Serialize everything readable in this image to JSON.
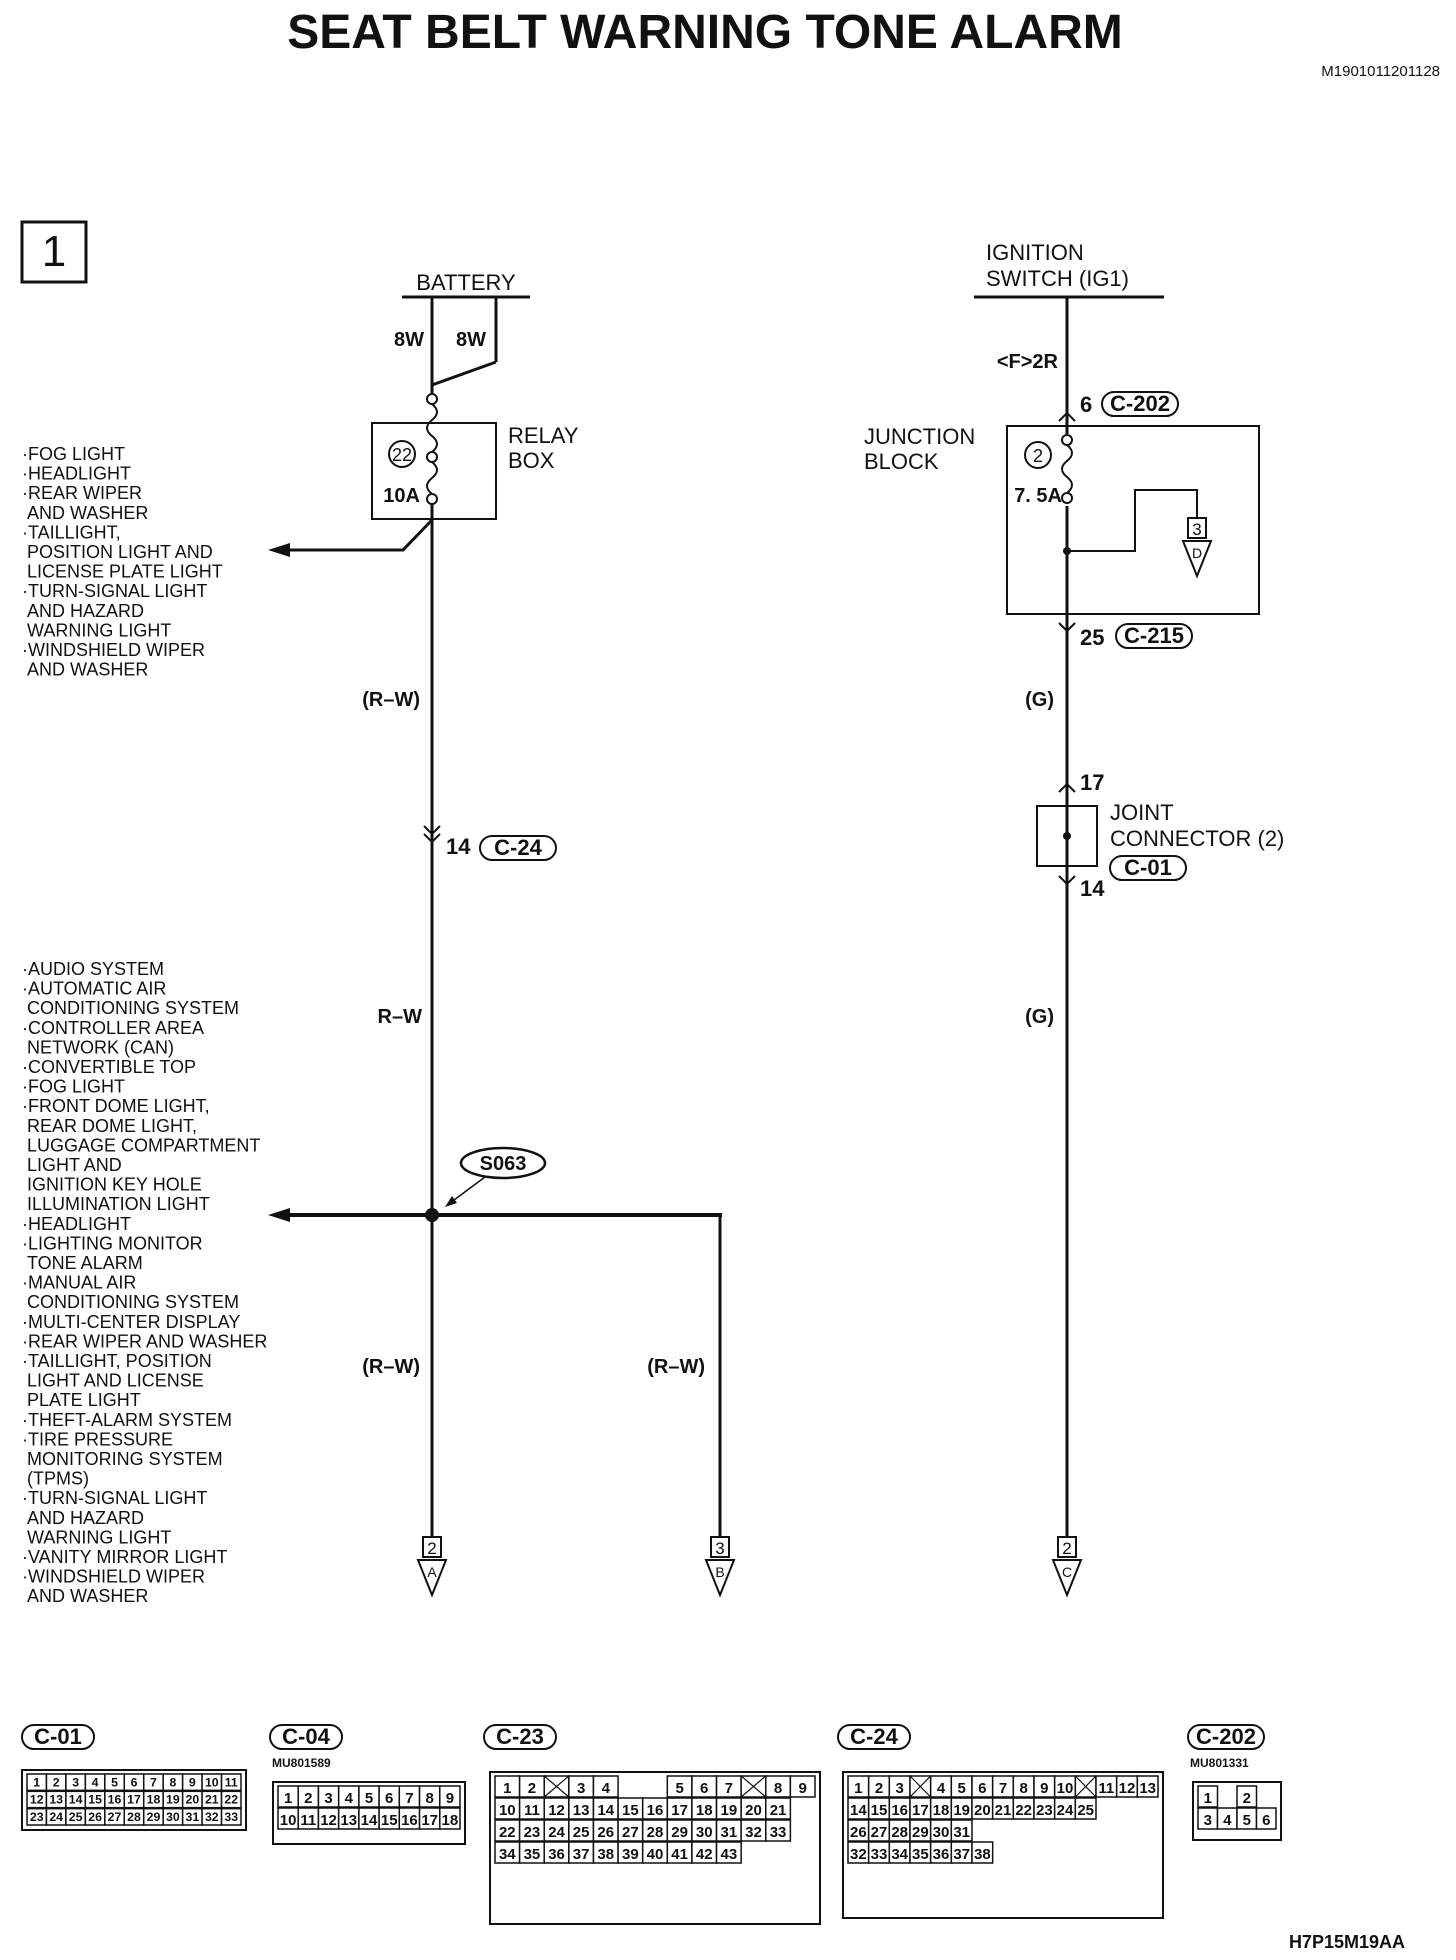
{
  "title": "SEAT BELT WARNING TONE ALARM",
  "doc_code": "M1901011201128",
  "figure_code": "H7P15M19AA",
  "page_marker": "1",
  "left_branch": {
    "source": "BATTERY",
    "wire_a": "8W",
    "wire_b": "8W",
    "relay_box": {
      "label_1": "RELAY",
      "label_2": "BOX",
      "fuse_no": "22",
      "fuse_rating": "10A"
    },
    "fed_systems_1": [
      "·FOG LIGHT",
      "·HEADLIGHT",
      "·REAR WIPER",
      " AND WASHER",
      "·TAILLIGHT,",
      " POSITION LIGHT AND",
      " LICENSE PLATE LIGHT",
      "·TURN-SIGNAL LIGHT",
      " AND HAZARD",
      " WARNING LIGHT",
      "·WINDSHIELD WIPER",
      " AND WASHER"
    ],
    "wire_color_1": "(R–W)",
    "conn_c24_pin": "14",
    "conn_c24": "C-24",
    "wire_color_2": "R–W",
    "splice": "S063",
    "fed_systems_2": [
      "·AUDIO SYSTEM",
      "·AUTOMATIC AIR",
      " CONDITIONING SYSTEM",
      "·CONTROLLER AREA",
      " NETWORK (CAN)",
      "·CONVERTIBLE TOP",
      "·FOG LIGHT",
      "·FRONT DOME LIGHT,",
      " REAR DOME LIGHT,",
      " LUGGAGE COMPARTMENT",
      " LIGHT AND",
      " IGNITION KEY HOLE",
      " ILLUMINATION LIGHT",
      "·HEADLIGHT",
      "·LIGHTING MONITOR",
      " TONE ALARM",
      "·MANUAL AIR",
      " CONDITIONING SYSTEM",
      "·MULTI-CENTER DISPLAY",
      "·REAR WIPER AND WASHER",
      "·TAILLIGHT, POSITION",
      " LIGHT AND LICENSE",
      " PLATE LIGHT",
      "·THEFT-ALARM SYSTEM",
      "·TIRE PRESSURE",
      " MONITORING SYSTEM",
      " (TPMS)",
      "·TURN-SIGNAL LIGHT",
      " AND HAZARD",
      " WARNING LIGHT",
      "·VANITY MIRROR LIGHT",
      "·WINDSHIELD WIPER",
      " AND WASHER"
    ],
    "wire_color_3": "(R–W)",
    "wire_color_4": "(R–W)",
    "term_a": {
      "page": "2",
      "letter": "A"
    },
    "term_b": {
      "page": "3",
      "letter": "B"
    }
  },
  "right_branch": {
    "source_1": "IGNITION",
    "source_2": "SWITCH (IG1)",
    "wire_spec": "<F>2R",
    "conn_c202_pin": "6",
    "conn_c202": "C-202",
    "junction_block": {
      "label_1": "JUNCTION",
      "label_2": "BLOCK",
      "fuse_no": "2",
      "fuse_rating": "7. 5A"
    },
    "term_d": {
      "page": "3",
      "letter": "D"
    },
    "conn_c215_pin": "25",
    "conn_c215": "C-215",
    "wire_color_1": "(G)",
    "joint_in_pin": "17",
    "joint_label_1": "JOINT",
    "joint_label_2": "CONNECTOR (2)",
    "joint_conn": "C-01",
    "joint_out_pin": "14",
    "wire_color_2": "(G)",
    "term_c": {
      "page": "2",
      "letter": "C"
    }
  },
  "connector_views": [
    {
      "name": "C-01",
      "part": "",
      "rows": [
        [
          "1",
          "2",
          "3",
          "4",
          "5",
          "6",
          "7",
          "8",
          "9",
          "10",
          "11"
        ],
        [
          "12",
          "13",
          "14",
          "15",
          "16",
          "17",
          "18",
          "19",
          "20",
          "21",
          "22"
        ],
        [
          "23",
          "24",
          "25",
          "26",
          "27",
          "28",
          "29",
          "30",
          "31",
          "32",
          "33"
        ]
      ]
    },
    {
      "name": "C-04",
      "part": "MU801589",
      "rows": [
        [
          "1",
          "2",
          "3",
          "4",
          "5",
          "6",
          "7",
          "8",
          "9"
        ],
        [
          "10",
          "11",
          "12",
          "13",
          "14",
          "15",
          "16",
          "17",
          "18"
        ]
      ]
    },
    {
      "name": "C-23",
      "part": "",
      "rows": [
        [
          "1",
          "2",
          "X",
          "3",
          "4",
          "",
          "",
          "5",
          "6",
          "7",
          "X",
          "8",
          "9"
        ],
        [
          "10",
          "11",
          "12",
          "13",
          "14",
          "15",
          "16",
          "17",
          "18",
          "19",
          "20",
          "21"
        ],
        [
          "22",
          "23",
          "24",
          "25",
          "26",
          "27",
          "28",
          "29",
          "30",
          "31",
          "32",
          "33"
        ],
        [
          "34",
          "35",
          "36",
          "37",
          "38",
          "39",
          "40",
          "41",
          "42",
          "43"
        ]
      ]
    },
    {
      "name": "C-24",
      "part": "",
      "rows": [
        [
          "1",
          "2",
          "3",
          "X",
          "4",
          "5",
          "6",
          "7",
          "8",
          "9",
          "10",
          "X",
          "11",
          "12",
          "13"
        ],
        [
          "14",
          "15",
          "16",
          "17",
          "18",
          "19",
          "20",
          "21",
          "22",
          "23",
          "24",
          "25"
        ],
        [
          "26",
          "27",
          "28",
          "29",
          "30",
          "31"
        ],
        [
          "32",
          "33",
          "34",
          "35",
          "36",
          "37",
          "38"
        ]
      ]
    },
    {
      "name": "C-202",
      "part": "MU801331",
      "rows": [
        [
          "1",
          "",
          "2"
        ],
        [
          "3",
          "4",
          "5",
          "6"
        ]
      ]
    }
  ]
}
